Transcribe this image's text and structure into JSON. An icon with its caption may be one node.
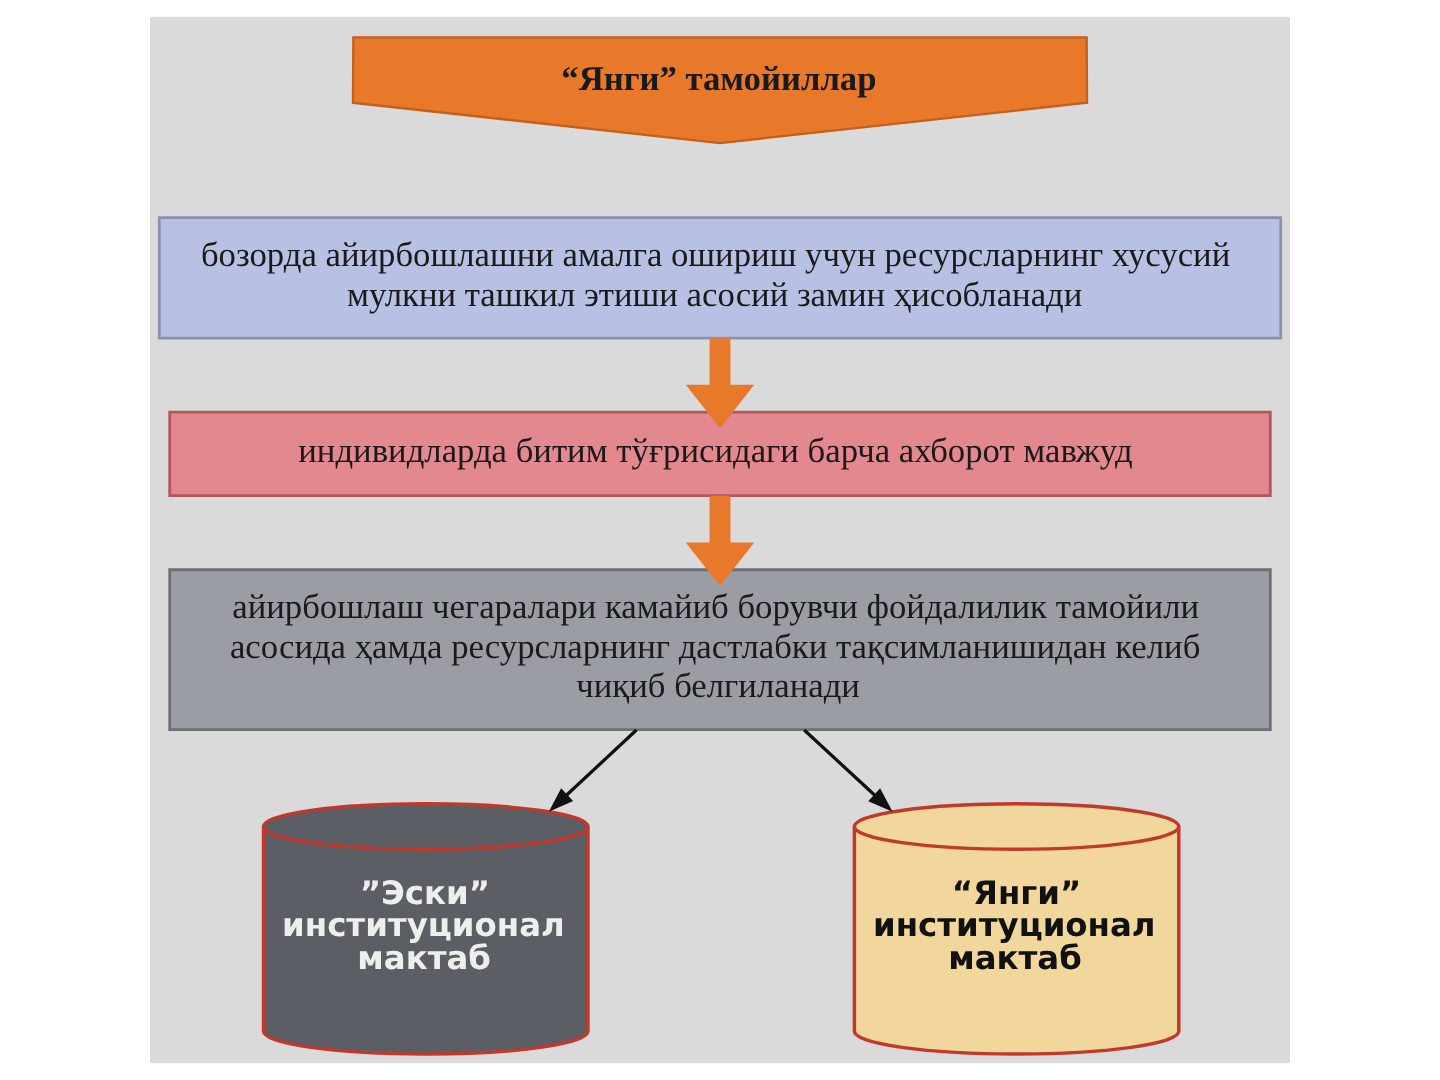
{
  "diagram": {
    "nodes": [
      {
        "text": [
          "“Янги” тамойиллар"
        ]
      },
      {
        "text": [
          "бозорда айирбошлашни амалга ошириш учун ресурсларнинг хусусий мулкни ташкил этиши асосий замин ҳисобланади"
        ]
      },
      {
        "text": [
          "индивидларда битим тўғрисидаги барча ахборот мавжуд"
        ]
      },
      {
        "text": [
          "айирбошлаш чегаралари камайиб борувчи фойдалилик тамойили асосида ҳамда ресурсларнинг дастлабки тақсимланишидан келиб чиқиб белгиланади"
        ]
      },
      {
        "text": [
          "”Эски” институционал мактаб"
        ]
      },
      {
        "text": [
          "“Янги” институционал мактаб"
        ]
      }
    ],
    "edges": [
      {
        "from": 1,
        "to": 2,
        "arrow": "to",
        "style": "thick",
        "color": "#e8782a"
      },
      {
        "from": 2,
        "to": 3,
        "arrow": "to",
        "style": "thick",
        "color": "#e8782a"
      },
      {
        "from": 3,
        "to": 4,
        "arrow": "to",
        "color": "#111111"
      },
      {
        "from": 3,
        "to": 5,
        "arrow": "to",
        "color": "#111111"
      }
    ]
  }
}
